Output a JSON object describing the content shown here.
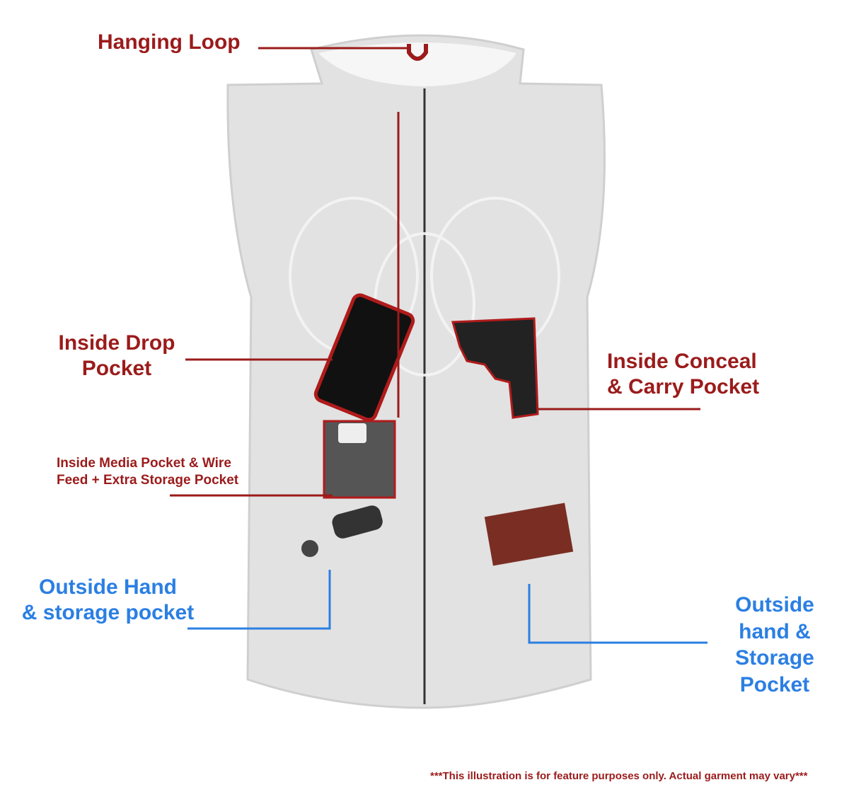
{
  "labels": {
    "hanging_loop": "Hanging Loop",
    "inside_drop_pocket": [
      "Inside Drop",
      "Pocket"
    ],
    "inside_conceal_carry": [
      "Inside Conceal",
      "& Carry Pocket"
    ],
    "inside_media_pocket": [
      "Inside Media Pocket & Wire",
      "Feed + Extra Storage Pocket"
    ],
    "outside_hand_left": [
      "Outside Hand",
      "& storage pocket"
    ],
    "outside_hand_right": [
      "Outside",
      "hand &",
      "Storage",
      "Pocket"
    ]
  },
  "disclaimer": "***This illustration is for feature purposes only.  Actual garment may vary***",
  "colors": {
    "inside_label": "#9b1b1b",
    "outside_label": "#2b7fe3",
    "vest": "#e4e4e4"
  }
}
